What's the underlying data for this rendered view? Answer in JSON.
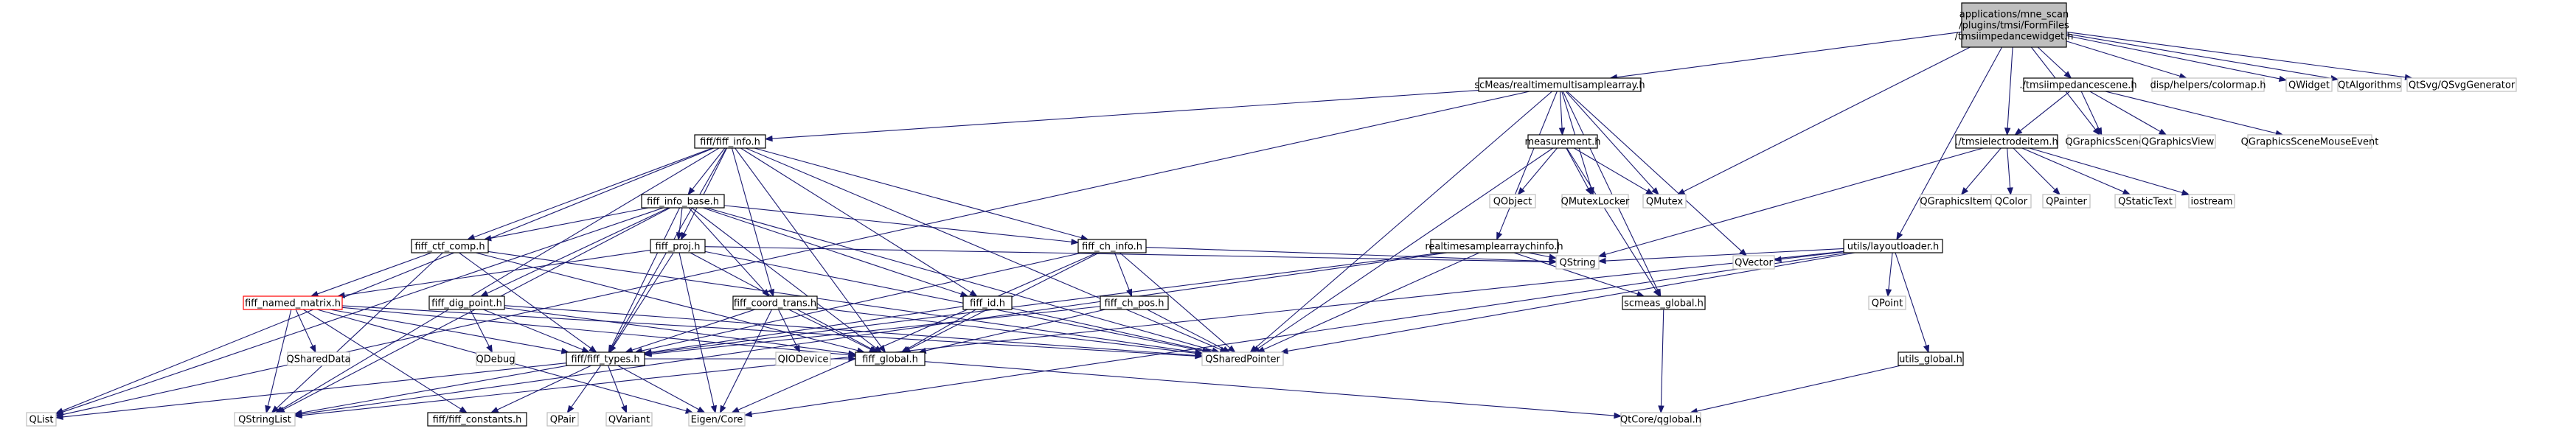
{
  "nodes": [
    {
      "id": "root",
      "lines": [
        "applications/mne_scan",
        "/plugins/tmsi/FormFiles",
        "/tmsiimpedancewidget.h"
      ],
      "style": "dark"
    },
    {
      "id": "rmsa",
      "lines": [
        "scMeas/realtimemultisamplearray.h"
      ],
      "style": "solid"
    },
    {
      "id": "colormap",
      "lines": [
        "disp/helpers/colormap.h"
      ],
      "style": "ext"
    },
    {
      "id": "qwidget",
      "lines": [
        "QWidget"
      ],
      "style": "ext"
    },
    {
      "id": "qtalgo",
      "lines": [
        "QtAlgorithms"
      ],
      "style": "ext"
    },
    {
      "id": "qsvg",
      "lines": [
        "QtSvg/QSvgGenerator"
      ],
      "style": "ext"
    },
    {
      "id": "tscene",
      "lines": [
        "./tmsiimpedancescene.h"
      ],
      "style": "solid"
    },
    {
      "id": "layout",
      "lines": [
        "utils/layoutloader.h"
      ],
      "style": "solid"
    },
    {
      "id": "finfo",
      "lines": [
        "fiff/fiff_info.h"
      ],
      "style": "solid"
    },
    {
      "id": "measure",
      "lines": [
        "measurement.h"
      ],
      "style": "solid"
    },
    {
      "id": "telec",
      "lines": [
        "./tmsielectrodeitem.h"
      ],
      "style": "solid"
    },
    {
      "id": "qgscene",
      "lines": [
        "QGraphicsScene"
      ],
      "style": "ext"
    },
    {
      "id": "qgview",
      "lines": [
        "QGraphicsView"
      ],
      "style": "ext"
    },
    {
      "id": "qgsme",
      "lines": [
        "QGraphicsSceneMouseEvent"
      ],
      "style": "ext"
    },
    {
      "id": "qobject",
      "lines": [
        "QObject"
      ],
      "style": "ext"
    },
    {
      "id": "qmlocker",
      "lines": [
        "QMutexLocker"
      ],
      "style": "ext"
    },
    {
      "id": "qmutex",
      "lines": [
        "QMutex"
      ],
      "style": "ext"
    },
    {
      "id": "fib",
      "lines": [
        "fiff_info_base.h"
      ],
      "style": "solid"
    },
    {
      "id": "qgitem",
      "lines": [
        "QGraphicsItem"
      ],
      "style": "ext"
    },
    {
      "id": "qcolor",
      "lines": [
        "QColor"
      ],
      "style": "ext"
    },
    {
      "id": "qpainter",
      "lines": [
        "QPainter"
      ],
      "style": "ext"
    },
    {
      "id": "qstatictext",
      "lines": [
        "QStaticText"
      ],
      "style": "ext"
    },
    {
      "id": "iostream",
      "lines": [
        "iostream"
      ],
      "style": "ext"
    },
    {
      "id": "fctf",
      "lines": [
        "fiff_ctf_comp.h"
      ],
      "style": "solid"
    },
    {
      "id": "fproj",
      "lines": [
        "fiff_proj.h"
      ],
      "style": "solid"
    },
    {
      "id": "fchinfo",
      "lines": [
        "fiff_ch_info.h"
      ],
      "style": "solid"
    },
    {
      "id": "rsaci",
      "lines": [
        "realtimesamplearraychinfo.h"
      ],
      "style": "solid"
    },
    {
      "id": "fnm",
      "lines": [
        "fiff_named_matrix.h"
      ],
      "style": "red"
    },
    {
      "id": "fdig",
      "lines": [
        "fiff_dig_point.h"
      ],
      "style": "solid"
    },
    {
      "id": "fcoord",
      "lines": [
        "fiff_coord_trans.h"
      ],
      "style": "solid"
    },
    {
      "id": "fid",
      "lines": [
        "fiff_id.h"
      ],
      "style": "solid"
    },
    {
      "id": "fchpos",
      "lines": [
        "fiff_ch_pos.h"
      ],
      "style": "solid"
    },
    {
      "id": "qstring",
      "lines": [
        "QString"
      ],
      "style": "ext"
    },
    {
      "id": "scglobal",
      "lines": [
        "scmeas_global.h"
      ],
      "style": "solid"
    },
    {
      "id": "qvector",
      "lines": [
        "QVector"
      ],
      "style": "ext"
    },
    {
      "id": "qpoint",
      "lines": [
        "QPoint"
      ],
      "style": "ext"
    },
    {
      "id": "qshareddata",
      "lines": [
        "QSharedData"
      ],
      "style": "ext"
    },
    {
      "id": "qdebug",
      "lines": [
        "QDebug"
      ],
      "style": "ext"
    },
    {
      "id": "ftypes",
      "lines": [
        "fiff/fiff_types.h"
      ],
      "style": "solid"
    },
    {
      "id": "fglobal",
      "lines": [
        "fiff_global.h"
      ],
      "style": "solid"
    },
    {
      "id": "qiodevice",
      "lines": [
        "QIODevice"
      ],
      "style": "ext"
    },
    {
      "id": "qsp",
      "lines": [
        "QSharedPointer"
      ],
      "style": "ext"
    },
    {
      "id": "uglobal",
      "lines": [
        "utils_global.h"
      ],
      "style": "solid"
    },
    {
      "id": "qlist",
      "lines": [
        "QList"
      ],
      "style": "ext"
    },
    {
      "id": "qsl",
      "lines": [
        "QStringList"
      ],
      "style": "ext"
    },
    {
      "id": "fconst",
      "lines": [
        "fiff/fiff_constants.h"
      ],
      "style": "solid"
    },
    {
      "id": "qpair",
      "lines": [
        "QPair"
      ],
      "style": "ext"
    },
    {
      "id": "qvariant",
      "lines": [
        "QVariant"
      ],
      "style": "ext"
    },
    {
      "id": "eigen",
      "lines": [
        "Eigen/Core"
      ],
      "style": "ext"
    },
    {
      "id": "qtglobal",
      "lines": [
        "QtCore/qglobal.h"
      ],
      "style": "ext"
    }
  ],
  "edges": [
    [
      "root",
      "rmsa"
    ],
    [
      "root",
      "colormap"
    ],
    [
      "root",
      "qwidget"
    ],
    [
      "root",
      "qtalgo"
    ],
    [
      "root",
      "qsvg"
    ],
    [
      "root",
      "tscene"
    ],
    [
      "root",
      "telec"
    ],
    [
      "root",
      "layout"
    ],
    [
      "root",
      "qgscene"
    ],
    [
      "root",
      "qmutex"
    ],
    [
      "rmsa",
      "finfo"
    ],
    [
      "rmsa",
      "measure"
    ],
    [
      "rmsa",
      "rsaci"
    ],
    [
      "rmsa",
      "qlist"
    ],
    [
      "rmsa",
      "qvector"
    ],
    [
      "rmsa",
      "qsp"
    ],
    [
      "rmsa",
      "qmlocker"
    ],
    [
      "rmsa",
      "qmutex"
    ],
    [
      "rmsa",
      "scglobal"
    ],
    [
      "tscene",
      "telec"
    ],
    [
      "tscene",
      "qgscene"
    ],
    [
      "tscene",
      "qgview"
    ],
    [
      "tscene",
      "qgsme"
    ],
    [
      "telec",
      "qgitem"
    ],
    [
      "telec",
      "qcolor"
    ],
    [
      "telec",
      "qpainter"
    ],
    [
      "telec",
      "qstatictext"
    ],
    [
      "telec",
      "iostream"
    ],
    [
      "telec",
      "qstring"
    ],
    [
      "layout",
      "qstring"
    ],
    [
      "layout",
      "qvector"
    ],
    [
      "layout",
      "qpoint"
    ],
    [
      "layout",
      "qsp"
    ],
    [
      "layout",
      "uglobal"
    ],
    [
      "layout",
      "qsl"
    ],
    [
      "layout",
      "eigen"
    ],
    [
      "measure",
      "qobject"
    ],
    [
      "measure",
      "qmlocker"
    ],
    [
      "measure",
      "qmutex"
    ],
    [
      "measure",
      "qsp"
    ],
    [
      "measure",
      "scglobal"
    ],
    [
      "finfo",
      "fib"
    ],
    [
      "finfo",
      "fctf"
    ],
    [
      "finfo",
      "fproj"
    ],
    [
      "finfo",
      "fchinfo"
    ],
    [
      "finfo",
      "fcoord"
    ],
    [
      "finfo",
      "fid"
    ],
    [
      "finfo",
      "ftypes"
    ],
    [
      "finfo",
      "fglobal"
    ],
    [
      "finfo",
      "qsp"
    ],
    [
      "finfo",
      "qlist"
    ],
    [
      "finfo",
      "qsl"
    ],
    [
      "fib",
      "fctf"
    ],
    [
      "fib",
      "fproj"
    ],
    [
      "fib",
      "fchinfo"
    ],
    [
      "fib",
      "fdig"
    ],
    [
      "fib",
      "fcoord"
    ],
    [
      "fib",
      "fid"
    ],
    [
      "fib",
      "ftypes"
    ],
    [
      "fib",
      "fglobal"
    ],
    [
      "fib",
      "qsp"
    ],
    [
      "fib",
      "qlist"
    ],
    [
      "fib",
      "qsl"
    ],
    [
      "fctf",
      "fnm"
    ],
    [
      "fctf",
      "ftypes"
    ],
    [
      "fctf",
      "fglobal"
    ],
    [
      "fctf",
      "qsp"
    ],
    [
      "fctf",
      "qsl"
    ],
    [
      "fproj",
      "fnm"
    ],
    [
      "fproj",
      "ftypes"
    ],
    [
      "fproj",
      "fglobal"
    ],
    [
      "fproj",
      "qsp"
    ],
    [
      "fproj",
      "eigen"
    ],
    [
      "fproj",
      "qstring"
    ],
    [
      "fchinfo",
      "fchpos"
    ],
    [
      "fchinfo",
      "ftypes"
    ],
    [
      "fchinfo",
      "fglobal"
    ],
    [
      "fchinfo",
      "qsp"
    ],
    [
      "fchinfo",
      "qstring"
    ],
    [
      "fchinfo",
      "eigen"
    ],
    [
      "rsaci",
      "qstring"
    ],
    [
      "rsaci",
      "scglobal"
    ],
    [
      "rsaci",
      "qsp"
    ],
    [
      "rsaci",
      "ftypes"
    ],
    [
      "rsaci",
      "qsl"
    ],
    [
      "fnm",
      "qshareddata"
    ],
    [
      "fnm",
      "ftypes"
    ],
    [
      "fnm",
      "fglobal"
    ],
    [
      "fnm",
      "fconst"
    ],
    [
      "fnm",
      "eigen"
    ],
    [
      "fnm",
      "qsl"
    ],
    [
      "fnm",
      "qsp"
    ],
    [
      "fdig",
      "qdebug"
    ],
    [
      "fdig",
      "ftypes"
    ],
    [
      "fdig",
      "fglobal"
    ],
    [
      "fdig",
      "qsp"
    ],
    [
      "fcoord",
      "qiodevice"
    ],
    [
      "fcoord",
      "ftypes"
    ],
    [
      "fcoord",
      "fglobal"
    ],
    [
      "fcoord",
      "qsp"
    ],
    [
      "fcoord",
      "eigen"
    ],
    [
      "fid",
      "ftypes"
    ],
    [
      "fid",
      "fglobal"
    ],
    [
      "fid",
      "qsp"
    ],
    [
      "fchpos",
      "ftypes"
    ],
    [
      "fchpos",
      "fglobal"
    ],
    [
      "fchpos",
      "qsp"
    ],
    [
      "ftypes",
      "qlist"
    ],
    [
      "ftypes",
      "qsl"
    ],
    [
      "ftypes",
      "fconst"
    ],
    [
      "ftypes",
      "qpair"
    ],
    [
      "ftypes",
      "qvariant"
    ],
    [
      "ftypes",
      "eigen"
    ],
    [
      "ftypes",
      "fglobal"
    ],
    [
      "fglobal",
      "qtglobal"
    ],
    [
      "scglobal",
      "qtglobal"
    ],
    [
      "uglobal",
      "qtglobal"
    ]
  ]
}
